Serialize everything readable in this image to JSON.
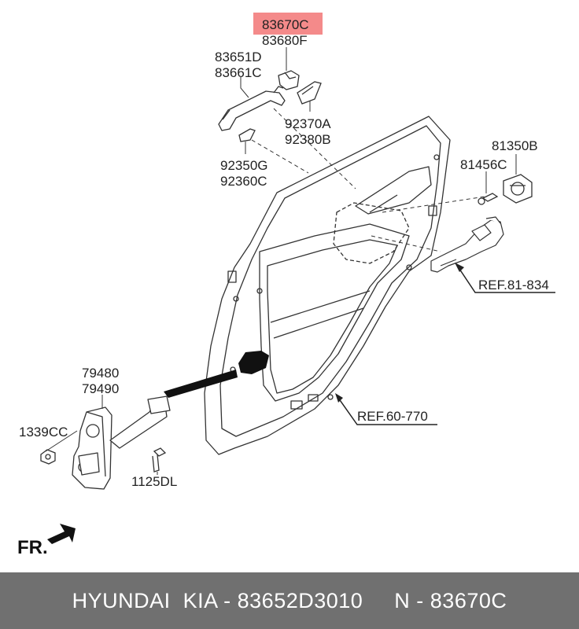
{
  "labels": {
    "highlight_part": "83670C",
    "p83680F": "83680F",
    "p83651D": "83651D",
    "p83661C": "83661C",
    "p92370A": "92370A",
    "p92380B": "92380B",
    "p92350G": "92350G",
    "p92360C": "92360C",
    "p81350B": "81350B",
    "p81456C": "81456C",
    "ref_81_834": "REF.81-834",
    "p79480": "79480",
    "p79490": "79490",
    "p1339CC": "1339CC",
    "p1125DL": "1125DL",
    "ref_60_770": "REF.60-770",
    "fr": "FR."
  },
  "colors": {
    "highlight": "#f48a8a",
    "line": "#333333",
    "footer_bg": "#707070",
    "footer_text": "#ffffff"
  },
  "footer": {
    "text": "HYUNDAI  KIA - 83652D3010     N - 83670C"
  }
}
